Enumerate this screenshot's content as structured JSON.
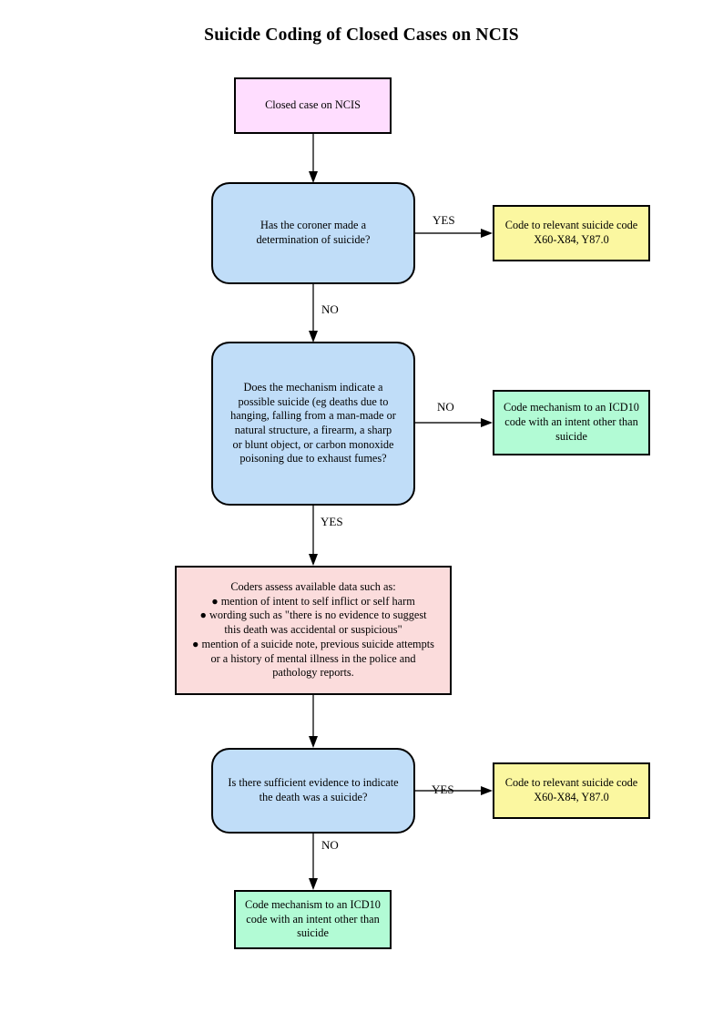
{
  "document": {
    "title": "Suicide Coding of Closed Cases on NCIS"
  },
  "colors": {
    "terminator_pink": "#ffddff",
    "decision_blue": "#c0ddf8",
    "action_yellow": "#fbf7a0",
    "action_green": "#b2fbd5",
    "process_pink": "#fbdcdc",
    "stroke": "#000000",
    "connector": "#1a1a1a"
  },
  "chart_data": {
    "type": "diagram",
    "diagram_kind": "flowchart",
    "title": "Suicide Coding of Closed Cases on NCIS",
    "nodes": [
      {
        "id": "start",
        "shape": "rectangle",
        "kind": "terminator",
        "fill": "#ffddff",
        "label": "Closed case on NCIS"
      },
      {
        "id": "d1",
        "shape": "rounded-rectangle",
        "kind": "decision",
        "fill": "#c0ddf8",
        "label": "Has the coroner made a\ndetermination of suicide?"
      },
      {
        "id": "a1",
        "shape": "rectangle",
        "kind": "action",
        "fill": "#fbf7a0",
        "label": "Code to relevant suicide code\nX60-X84, Y87.0"
      },
      {
        "id": "d2",
        "shape": "rounded-rectangle",
        "kind": "decision",
        "fill": "#c0ddf8",
        "label": "Does the mechanism indicate a\npossible suicide (eg deaths due to\nhanging, falling from a man-made or\nnatural structure, a firearm, a sharp\nor blunt object, or carbon monoxide\npoisoning due to exhaust fumes?"
      },
      {
        "id": "a2",
        "shape": "rectangle",
        "kind": "action",
        "fill": "#b2fbd5",
        "label": "Code mechanism to an ICD10\ncode with an intent other than\nsuicide"
      },
      {
        "id": "p1",
        "shape": "rectangle",
        "kind": "process",
        "fill": "#fbdcdc",
        "label": "Coders assess available data such as:\n● mention of intent to self inflict or self harm\n● wording such as \"there is no evidence to suggest\nthis death was accidental or suspicious\"\n● mention of a suicide note, previous suicide attempts\nor a history of mental illness in the police and\npathology reports."
      },
      {
        "id": "d3",
        "shape": "rounded-rectangle",
        "kind": "decision",
        "fill": "#c0ddf8",
        "label": "Is there sufficient evidence to indicate\nthe death was a suicide?"
      },
      {
        "id": "a3",
        "shape": "rectangle",
        "kind": "action",
        "fill": "#fbf7a0",
        "label": "Code to relevant suicide code\nX60-X84, Y87.0"
      },
      {
        "id": "a4",
        "shape": "rectangle",
        "kind": "action",
        "fill": "#b2fbd5",
        "label": "Code mechanism to an ICD10\ncode with an intent other than\nsuicide"
      }
    ],
    "edges": [
      {
        "from": "start",
        "to": "d1",
        "label": "",
        "direction": "down"
      },
      {
        "from": "d1",
        "to": "a1",
        "label": "YES",
        "direction": "right"
      },
      {
        "from": "d1",
        "to": "d2",
        "label": "NO",
        "direction": "down"
      },
      {
        "from": "d2",
        "to": "a2",
        "label": "NO",
        "direction": "right"
      },
      {
        "from": "d2",
        "to": "p1",
        "label": "YES",
        "direction": "down"
      },
      {
        "from": "p1",
        "to": "d3",
        "label": "",
        "direction": "down"
      },
      {
        "from": "d3",
        "to": "a3",
        "label": "YES",
        "direction": "right"
      },
      {
        "from": "d3",
        "to": "a4",
        "label": "NO",
        "direction": "down"
      }
    ]
  },
  "nodes": {
    "start": {
      "label": "Closed case on NCIS"
    },
    "decision_1": {
      "label": "Has the coroner made a\ndetermination of suicide?"
    },
    "action_yes_1": {
      "label": "Code to relevant suicide code\nX60-X84, Y87.0"
    },
    "decision_2": {
      "label": "Does the mechanism indicate a\npossible suicide (eg deaths due to\nhanging, falling from a man-made or\nnatural structure, a firearm, a sharp\nor blunt object, or carbon monoxide\npoisoning due to exhaust fumes?"
    },
    "action_no_2": {
      "label": "Code mechanism to an ICD10\ncode with an intent other than\nsuicide"
    },
    "process_coders": {
      "label": "Coders assess available data such as:\n● mention of intent to self inflict or self harm\n● wording such as \"there is no evidence to suggest\nthis death was accidental or suspicious\"\n● mention of a suicide note, previous suicide attempts\nor a history of mental illness in the police and\npathology reports."
    },
    "decision_3": {
      "label": "Is there sufficient evidence to indicate\nthe death was a suicide?"
    },
    "action_yes_3": {
      "label": "Code to relevant suicide code\nX60-X84, Y87.0"
    },
    "action_no_3": {
      "label": "Code mechanism to an ICD10\ncode with an intent other than\nsuicide"
    }
  },
  "edge_labels": {
    "d1_yes": "YES",
    "d1_no": "NO",
    "d2_no": "NO",
    "d2_yes": "YES",
    "d3_yes": "YES",
    "d3_no": "NO"
  }
}
